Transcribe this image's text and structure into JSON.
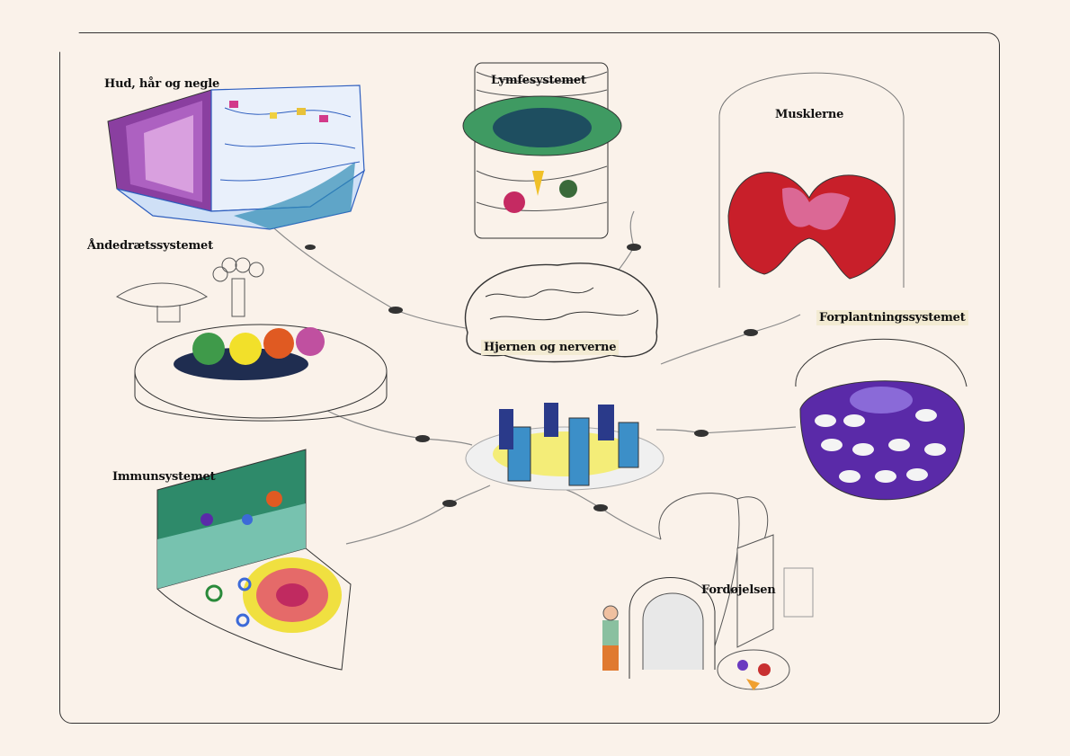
{
  "exhibits": [
    {
      "id": "hud",
      "label": "Hud, hår og negle"
    },
    {
      "id": "lymfe",
      "label": "Lymfesystemet"
    },
    {
      "id": "muskler",
      "label": "Musklerne"
    },
    {
      "id": "aande",
      "label": "Åndedrætssystemet"
    },
    {
      "id": "hjerne",
      "label": "Hjernen og nerverne"
    },
    {
      "id": "forplantning",
      "label": "Forplantningssystemet"
    },
    {
      "id": "immun",
      "label": "Immunsystemet"
    },
    {
      "id": "fordoejelse",
      "label": "Fordøjelsen"
    }
  ],
  "colors": {
    "background": "#faf2ea",
    "skin_purple": "#8a3fa0",
    "skin_blue": "#2f5fbf",
    "lymph_green": "#3f9a62",
    "muscle_red": "#c81f2a",
    "repro_purple": "#5a2aa8",
    "immune_green": "#2e8a6a",
    "immune_magenta": "#e0387a",
    "brain_yellow": "#f4ec6a",
    "pillar_blue": "#3c8fc8"
  }
}
